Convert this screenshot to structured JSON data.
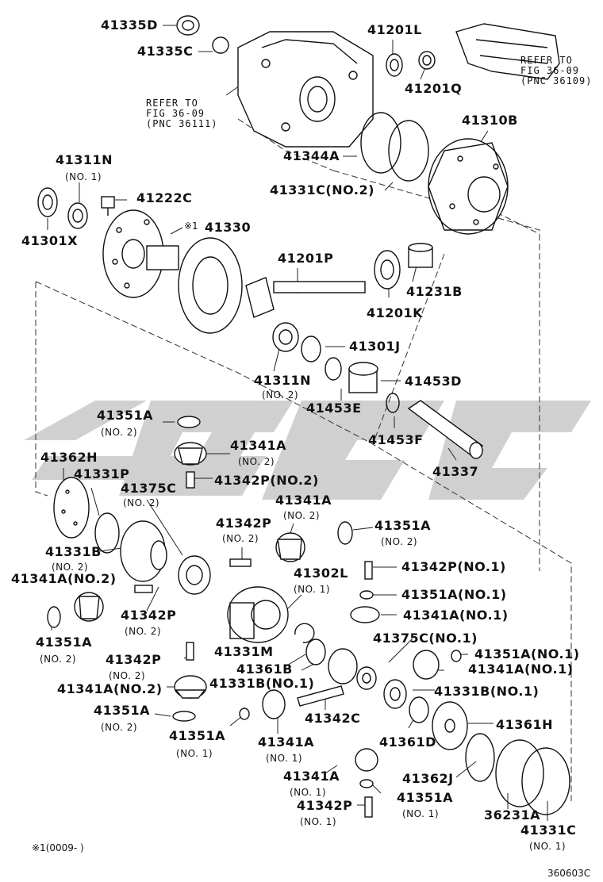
{
  "watermark": {
    "color": "#c8c8c8"
  },
  "ref_top_left": {
    "line1": "REFER TO",
    "line2": "FIG 36-09",
    "line3": "(PNC 36111)"
  },
  "ref_top_right": {
    "line1": "REFER TO",
    "line2": "FIG 36-09",
    "line3": "(PNC 36109)"
  },
  "labels": {
    "p41335D": "41335D",
    "p41335C": "41335C",
    "p41201L": "41201L",
    "p41201Q": "41201Q",
    "p41310B": "41310B",
    "p41344A": "41344A",
    "p41331C_no2": "41331C(NO.2)",
    "p41311N_top": "41311N",
    "p41311N_top_sub": "(NO. 1)",
    "p41222C": "41222C",
    "p41330": "41330",
    "p41330_mark": "※1",
    "p41301X": "41301X",
    "p41201P": "41201P",
    "p41231B": "41231B",
    "p41201K": "41201K",
    "p41301J": "41301J",
    "p41311N_mid": "41311N",
    "p41311N_mid_sub": "(NO. 2)",
    "p41453D": "41453D",
    "p41453E": "41453E",
    "p41453F": "41453F",
    "p41337": "41337",
    "p41351A_a": "41351A",
    "p41351A_a_sub": "(NO. 2)",
    "p41341A_a": "41341A",
    "p41341A_a_sub": "(NO. 2)",
    "p41362H": "41362H",
    "p41331P": "41331P",
    "p41375C_a": "41375C",
    "p41375C_a_sub": "(NO. 2)",
    "p41342P_no2_a": "41342P(NO.2)",
    "p41341A_b": "41341A",
    "p41341A_b_sub": "(NO. 2)",
    "p41342P_b": "41342P",
    "p41342P_b_sub": "(NO. 2)",
    "p41351A_b": "41351A",
    "p41351A_b_sub": "(NO. 2)",
    "p41331B_a": "41331B",
    "p41331B_a_sub": "(NO. 2)",
    "p41341A_no2_c": "41341A(NO.2)",
    "p41302L": "41302L",
    "p41302L_sub": "(NO. 1)",
    "p41342P_no1_a": "41342P(NO.1)",
    "p41351A_no1_a": "41351A(NO.1)",
    "p41341A_no1_a": "41341A(NO.1)",
    "p41342P_c": "41342P",
    "p41342P_c_sub": "(NO. 2)",
    "p41351A_c": "41351A",
    "p41351A_c_sub": "(NO. 2)",
    "p41375C_no1": "41375C(NO.1)",
    "p41331M": "41331M",
    "p41351A_no1_b": "41351A(NO.1)",
    "p41341A_no1_b": "41341A(NO.1)",
    "p41342P_d": "41342P",
    "p41342P_d_sub": "(NO. 2)",
    "p41361B": "41361B",
    "p41331B_no1_a": "41331B(NO.1)",
    "p41341A_no2_d": "41341A(NO.2)",
    "p41331B_no1_b": "41331B(NO.1)",
    "p41351A_d": "41351A",
    "p41351A_d_sub": "(NO. 2)",
    "p41342C": "41342C",
    "p41361H": "41361H",
    "p41351A_e": "41351A",
    "p41351A_e_sub": "(NO. 1)",
    "p41341A_e": "41341A",
    "p41341A_e_sub": "(NO. 1)",
    "p41361D": "41361D",
    "p41341A_f": "41341A",
    "p41341A_f_sub": "(NO. 1)",
    "p41362J": "41362J",
    "p41342P_f": "41342P",
    "p41342P_f_sub": "(NO. 1)",
    "p41351A_f": "41351A",
    "p41351A_f_sub": "(NO. 1)",
    "p36231A": "36231A",
    "p41331C_bot": "41331C",
    "p41331C_bot_sub": "(NO. 1)"
  },
  "footnote": "※1(0009-      )",
  "figure_code": "360603C"
}
